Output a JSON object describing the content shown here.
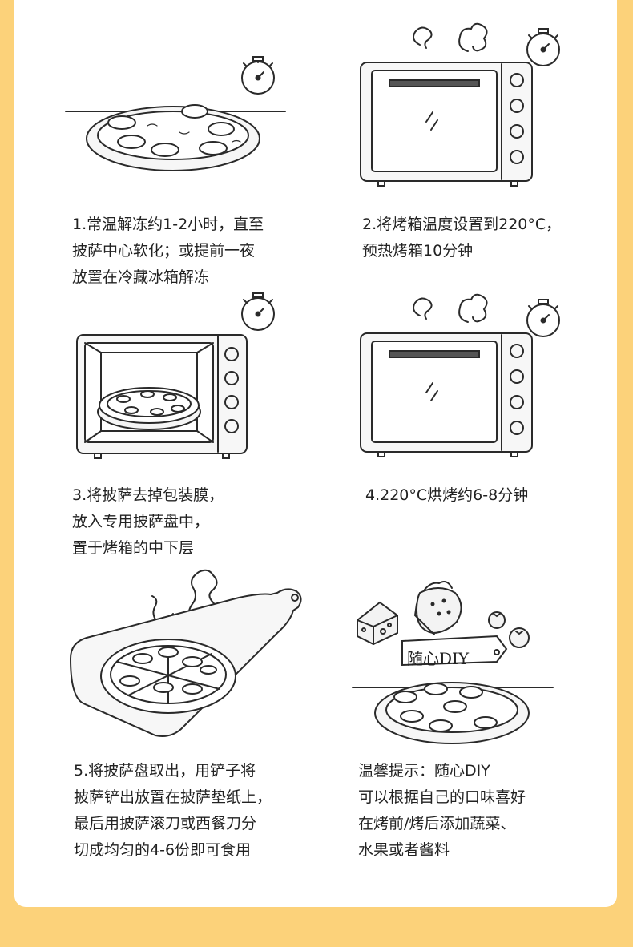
{
  "steps": [
    {
      "id": 1,
      "lines": [
        "1.常温解冻约1-2小时，直至",
        "披萨中心软化；或提前一夜",
        "放置在冷藏冰箱解冻"
      ]
    },
    {
      "id": 2,
      "lines": [
        "2.将烤箱温度设置到220°C，",
        "预热烤箱10分钟"
      ]
    },
    {
      "id": 3,
      "lines": [
        "3.将披萨去掉包装膜，",
        "放入专用披萨盘中，",
        "置于烤箱的中下层"
      ]
    },
    {
      "id": 4,
      "lines": [
        "4.220°C烘烤约6-8分钟"
      ]
    },
    {
      "id": 5,
      "lines": [
        "5.将披萨盘取出，用铲子将",
        "披萨铲出放置在披萨垫纸上，",
        "最后用披萨滚刀或西餐刀分",
        "切成均匀的4-6份即可食用"
      ]
    },
    {
      "id": 6,
      "lines": [
        "温馨提示：随心DIY",
        "可以根据自己的口味喜好",
        "在烤前/烤后添加蔬菜、",
        "水果或者酱料"
      ]
    }
  ],
  "diy_sign": "随心DIY",
  "colors": {
    "background": "#fcd27a",
    "card": "#ffffff",
    "line": "#2a2a2a"
  },
  "icons": [
    "stopwatch-icon",
    "pizza-icon",
    "oven-icon",
    "steam-icon",
    "pizza-board-icon",
    "cheese-icon",
    "strawberry-icon",
    "tomato-icon"
  ]
}
